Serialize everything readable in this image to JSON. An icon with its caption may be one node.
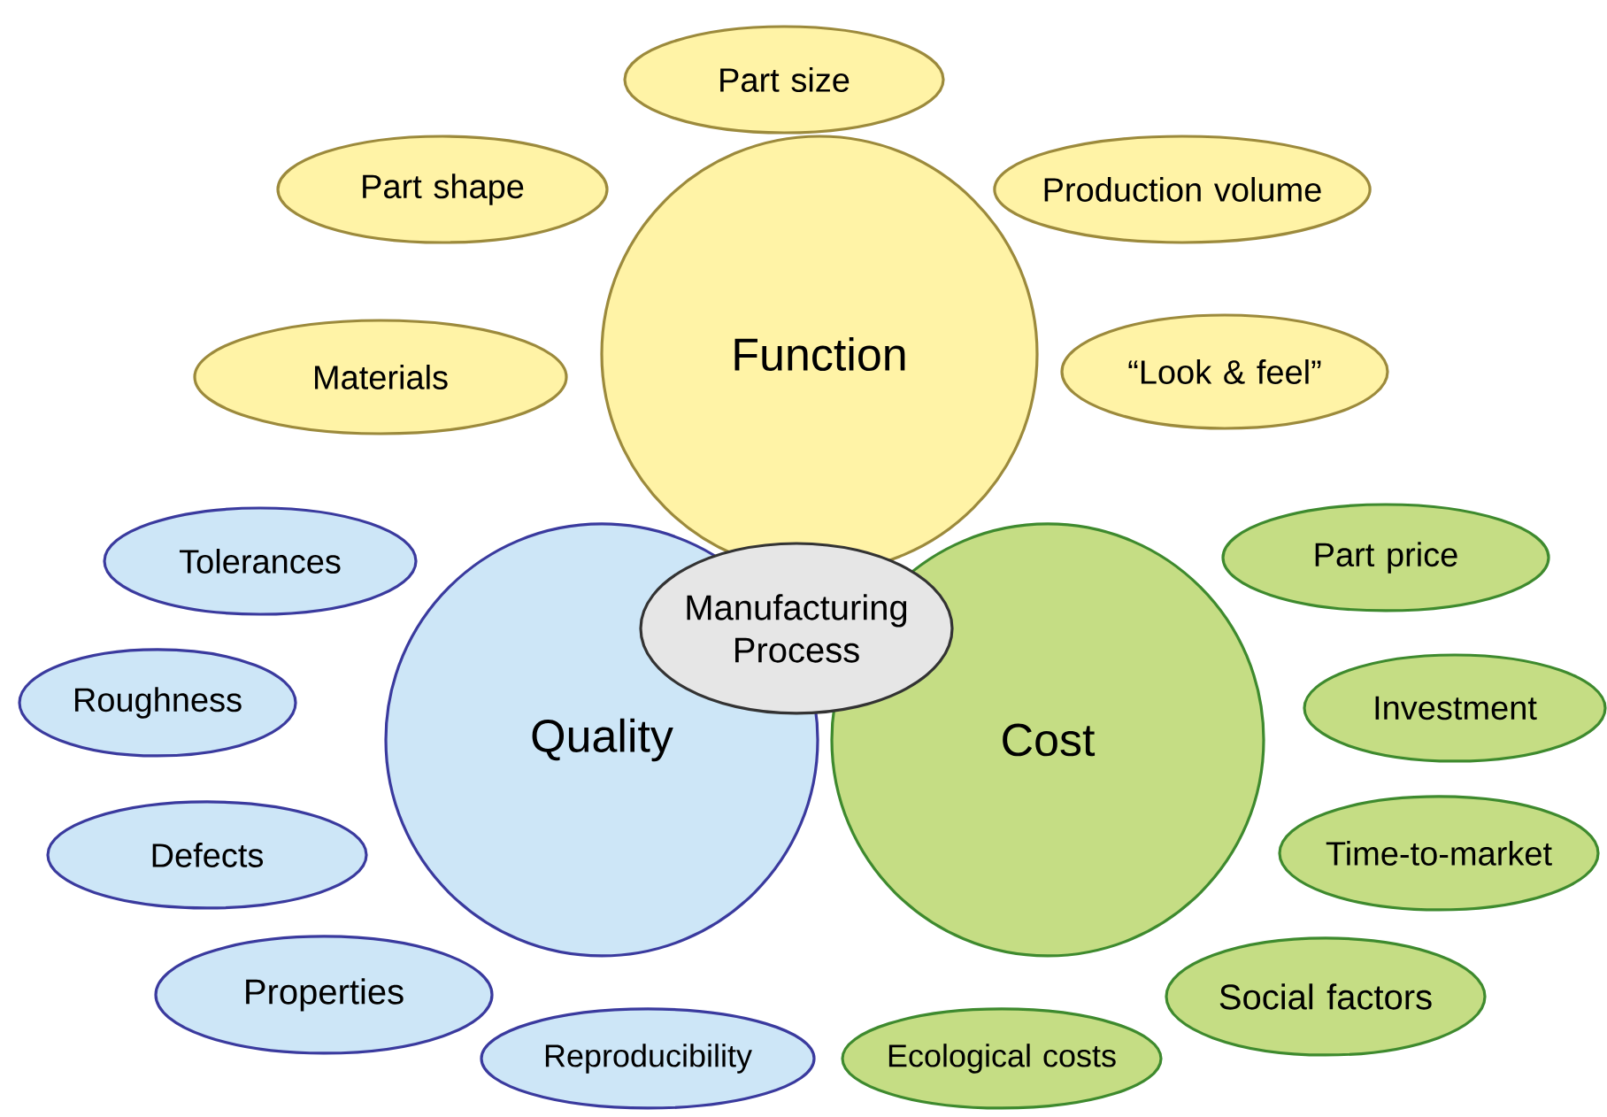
{
  "diagram": {
    "nodes": [
      {
        "text": [
          "Part size"
        ]
      },
      {
        "text": [
          "Part shape"
        ]
      },
      {
        "text": [
          "Production volume"
        ]
      },
      {
        "text": [
          "Function"
        ]
      },
      {
        "text": [
          "Materials"
        ]
      },
      {
        "text": [
          "“Look & feel”"
        ]
      },
      {
        "text": [
          "Tolerances"
        ]
      },
      {
        "text": [
          "Manufacturing Process"
        ]
      },
      {
        "text": [
          "Part price"
        ]
      },
      {
        "text": [
          "Roughness"
        ]
      },
      {
        "text": [
          "Quality"
        ]
      },
      {
        "text": [
          "Cost"
        ]
      },
      {
        "text": [
          "Investment"
        ]
      },
      {
        "text": [
          "Defects"
        ]
      },
      {
        "text": [
          "Time-to-market"
        ]
      },
      {
        "text": [
          "Properties"
        ]
      },
      {
        "text": [
          "Social factors"
        ]
      },
      {
        "text": [
          "Reproducibility"
        ]
      },
      {
        "text": [
          "Ecological costs"
        ]
      }
    ]
  }
}
